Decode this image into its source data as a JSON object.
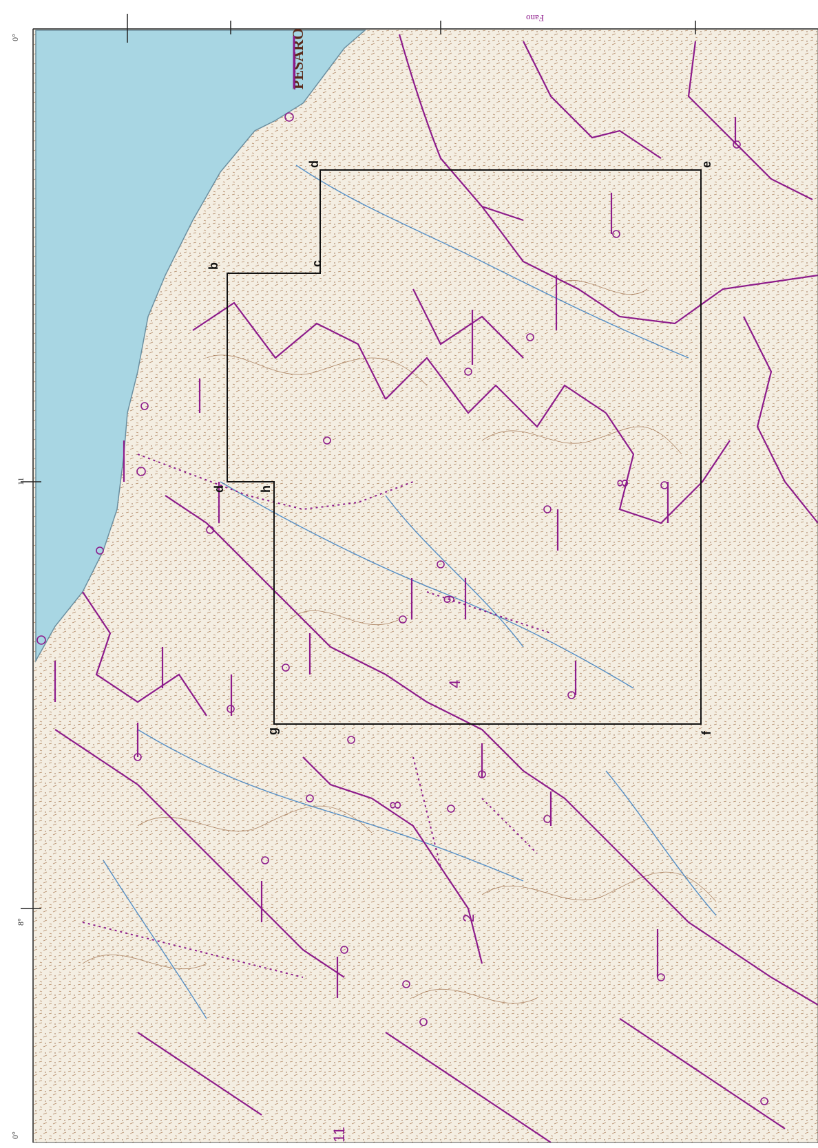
{
  "map": {
    "city_label": "PESARO",
    "top_margin": {
      "note": "Fano"
    },
    "left_margin": [
      "0°",
      "11",
      "8°",
      "0°"
    ],
    "region_numbers": [
      "2",
      "4",
      "8",
      "8",
      "9",
      "11"
    ],
    "inset_corners": [
      "b",
      "c",
      "d",
      "e",
      "f",
      "g",
      "h",
      "d"
    ]
  },
  "colors": {
    "sea": "#a8d6e3",
    "land": "#f4eee2",
    "terrain": "#9b6a45",
    "admin_border": "#8d1b8b",
    "rivers": "#3a7fc2",
    "inset_frame": "#111111"
  }
}
